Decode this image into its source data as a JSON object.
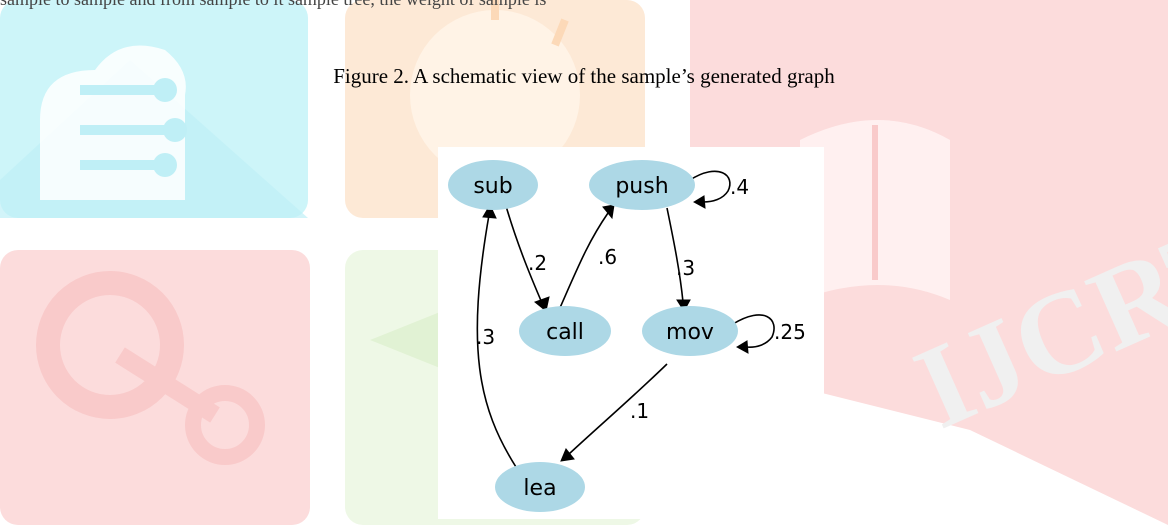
{
  "page": {
    "top_text_fragment": "sample to sample and from sample to it sample tree, the weight of sample is",
    "figure_caption": "Figure 2. A schematic view of the sample’s generated graph",
    "watermark_text": "IJCRT"
  },
  "graph": {
    "nodes": [
      {
        "id": "sub",
        "label": "sub"
      },
      {
        "id": "push",
        "label": "push"
      },
      {
        "id": "call",
        "label": "call"
      },
      {
        "id": "mov",
        "label": "mov"
      },
      {
        "id": "lea",
        "label": "lea"
      }
    ],
    "edges": [
      {
        "from": "sub",
        "to": "call",
        "label": ".2"
      },
      {
        "from": "call",
        "to": "push",
        "label": ".6"
      },
      {
        "from": "push",
        "to": "push",
        "label": ".4"
      },
      {
        "from": "push",
        "to": "mov",
        "label": ".3"
      },
      {
        "from": "mov",
        "to": "mov",
        "label": ".25"
      },
      {
        "from": "mov",
        "to": "lea",
        "label": ".1"
      },
      {
        "from": "lea",
        "to": "sub",
        "label": ".3"
      }
    ]
  },
  "colors": {
    "node_fill": "#add8e6",
    "edge": "#000000",
    "watermark_cyan": "#cdf5f9",
    "watermark_orange": "#fde9d6",
    "watermark_red": "#fcdcdc",
    "watermark_green": "#eef8e6"
  }
}
